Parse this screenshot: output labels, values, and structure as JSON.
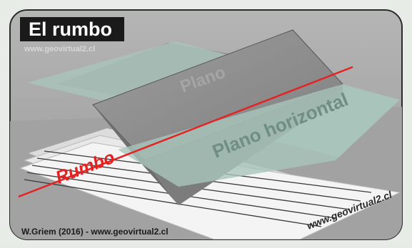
{
  "diagram": {
    "title": "El rumbo",
    "watermark_top": "www.geovirtual2.cl",
    "label_plane": "Plano",
    "label_horizontal": "Plano horizontal",
    "label_strike": "Rumbo",
    "watermark_paper": "www.geovirtual2.cl",
    "credit": "W.Griem (2016) - www.geovirtual2.cl"
  },
  "colors": {
    "background": "#a9a9a9",
    "horizontal_plane": "#9fbdb3",
    "block_top": "#8e8e8e",
    "block_front": "#7a7a7a",
    "strike_line": "#e52222",
    "title_bg": "#1a1a1a",
    "paper": "#f4f4f4"
  }
}
